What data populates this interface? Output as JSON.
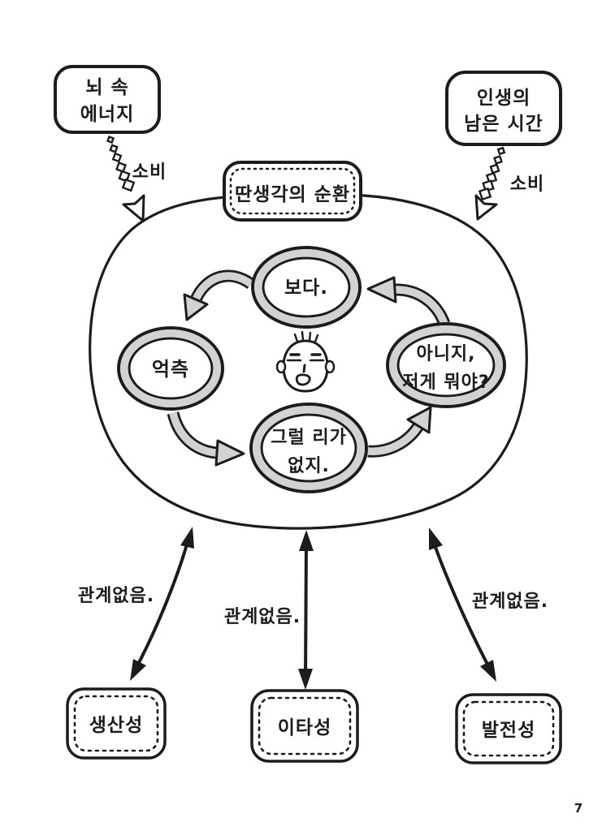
{
  "page": {
    "number": "7"
  },
  "colors": {
    "ink": "#1c1c1c",
    "band_gray": "#d2d2d2",
    "paper": "#ffffff"
  },
  "inputs": {
    "brain": {
      "line1": "뇌 속",
      "line2": "에너지",
      "arrow_label": "소비"
    },
    "life": {
      "line1": "인생의",
      "line2": "남은 시간",
      "arrow_label": "소비"
    }
  },
  "cycle": {
    "title": "딴생각의 순환",
    "steps": {
      "see": {
        "label": "보다."
      },
      "conjecture": {
        "label": "억측"
      },
      "noway": {
        "line1": "그럴 리가",
        "line2": "없지."
      },
      "whatisthat": {
        "line1": "아니지,",
        "line2": "저게 뭐야?"
      }
    },
    "center_illustration": "distracted-face"
  },
  "bottom": {
    "items": [
      {
        "arrow_label": "관계없음.",
        "box_label": "생산성"
      },
      {
        "arrow_label": "관계없음.",
        "box_label": "이타성"
      },
      {
        "arrow_label": "관계없음.",
        "box_label": "발전성"
      }
    ]
  }
}
